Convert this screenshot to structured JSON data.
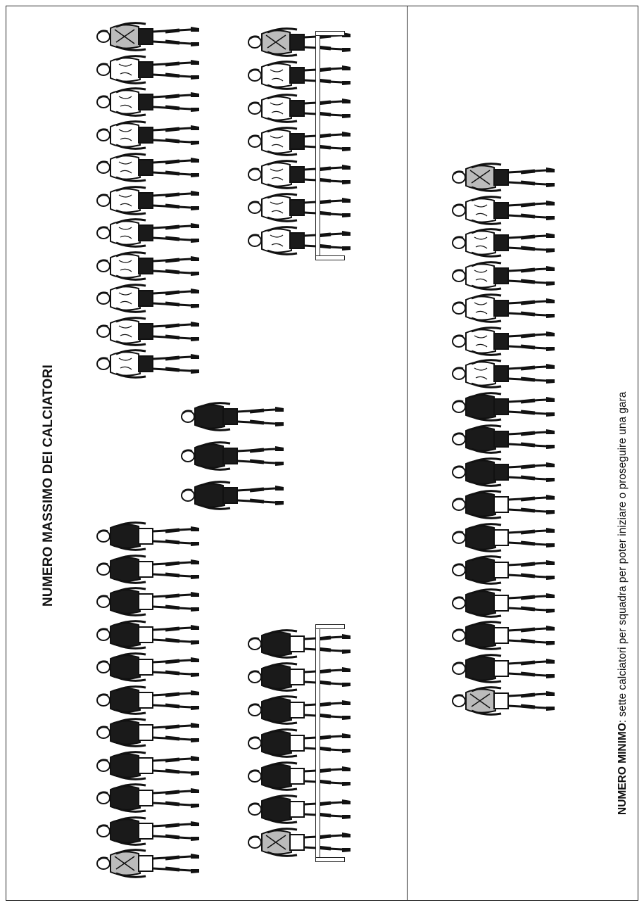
{
  "max_section": {
    "title": "NUMERO MASSIMO DEI CALCIATORI"
  },
  "min_section": {
    "caption_bold": "NUMERO MINIMO",
    "caption_rest": ": sette calciatori per squadra per poter iniziare o proseguire una gara"
  },
  "groups": [
    {
      "name": "team-a-field-players",
      "count": 11,
      "kit": "light",
      "goalkeeper": true
    },
    {
      "name": "team-a-bench",
      "count": 7,
      "kit": "light",
      "goalkeeper": true,
      "bench": true
    },
    {
      "name": "referees",
      "count": 3,
      "kit": "dark"
    },
    {
      "name": "team-b-field-players",
      "count": 11,
      "kit": "dark",
      "goalkeeper": true
    },
    {
      "name": "team-b-bench",
      "count": 7,
      "kit": "dark",
      "goalkeeper": true,
      "bench": true
    },
    {
      "name": "minimum-team-a",
      "count": 7,
      "kit": "light",
      "goalkeeper": true
    },
    {
      "name": "minimum-referees",
      "count": 3,
      "kit": "dark"
    },
    {
      "name": "minimum-team-b",
      "count": 7,
      "kit": "dark",
      "goalkeeper": true
    }
  ],
  "colors": {
    "ink": "#111111",
    "border": "#222222"
  }
}
